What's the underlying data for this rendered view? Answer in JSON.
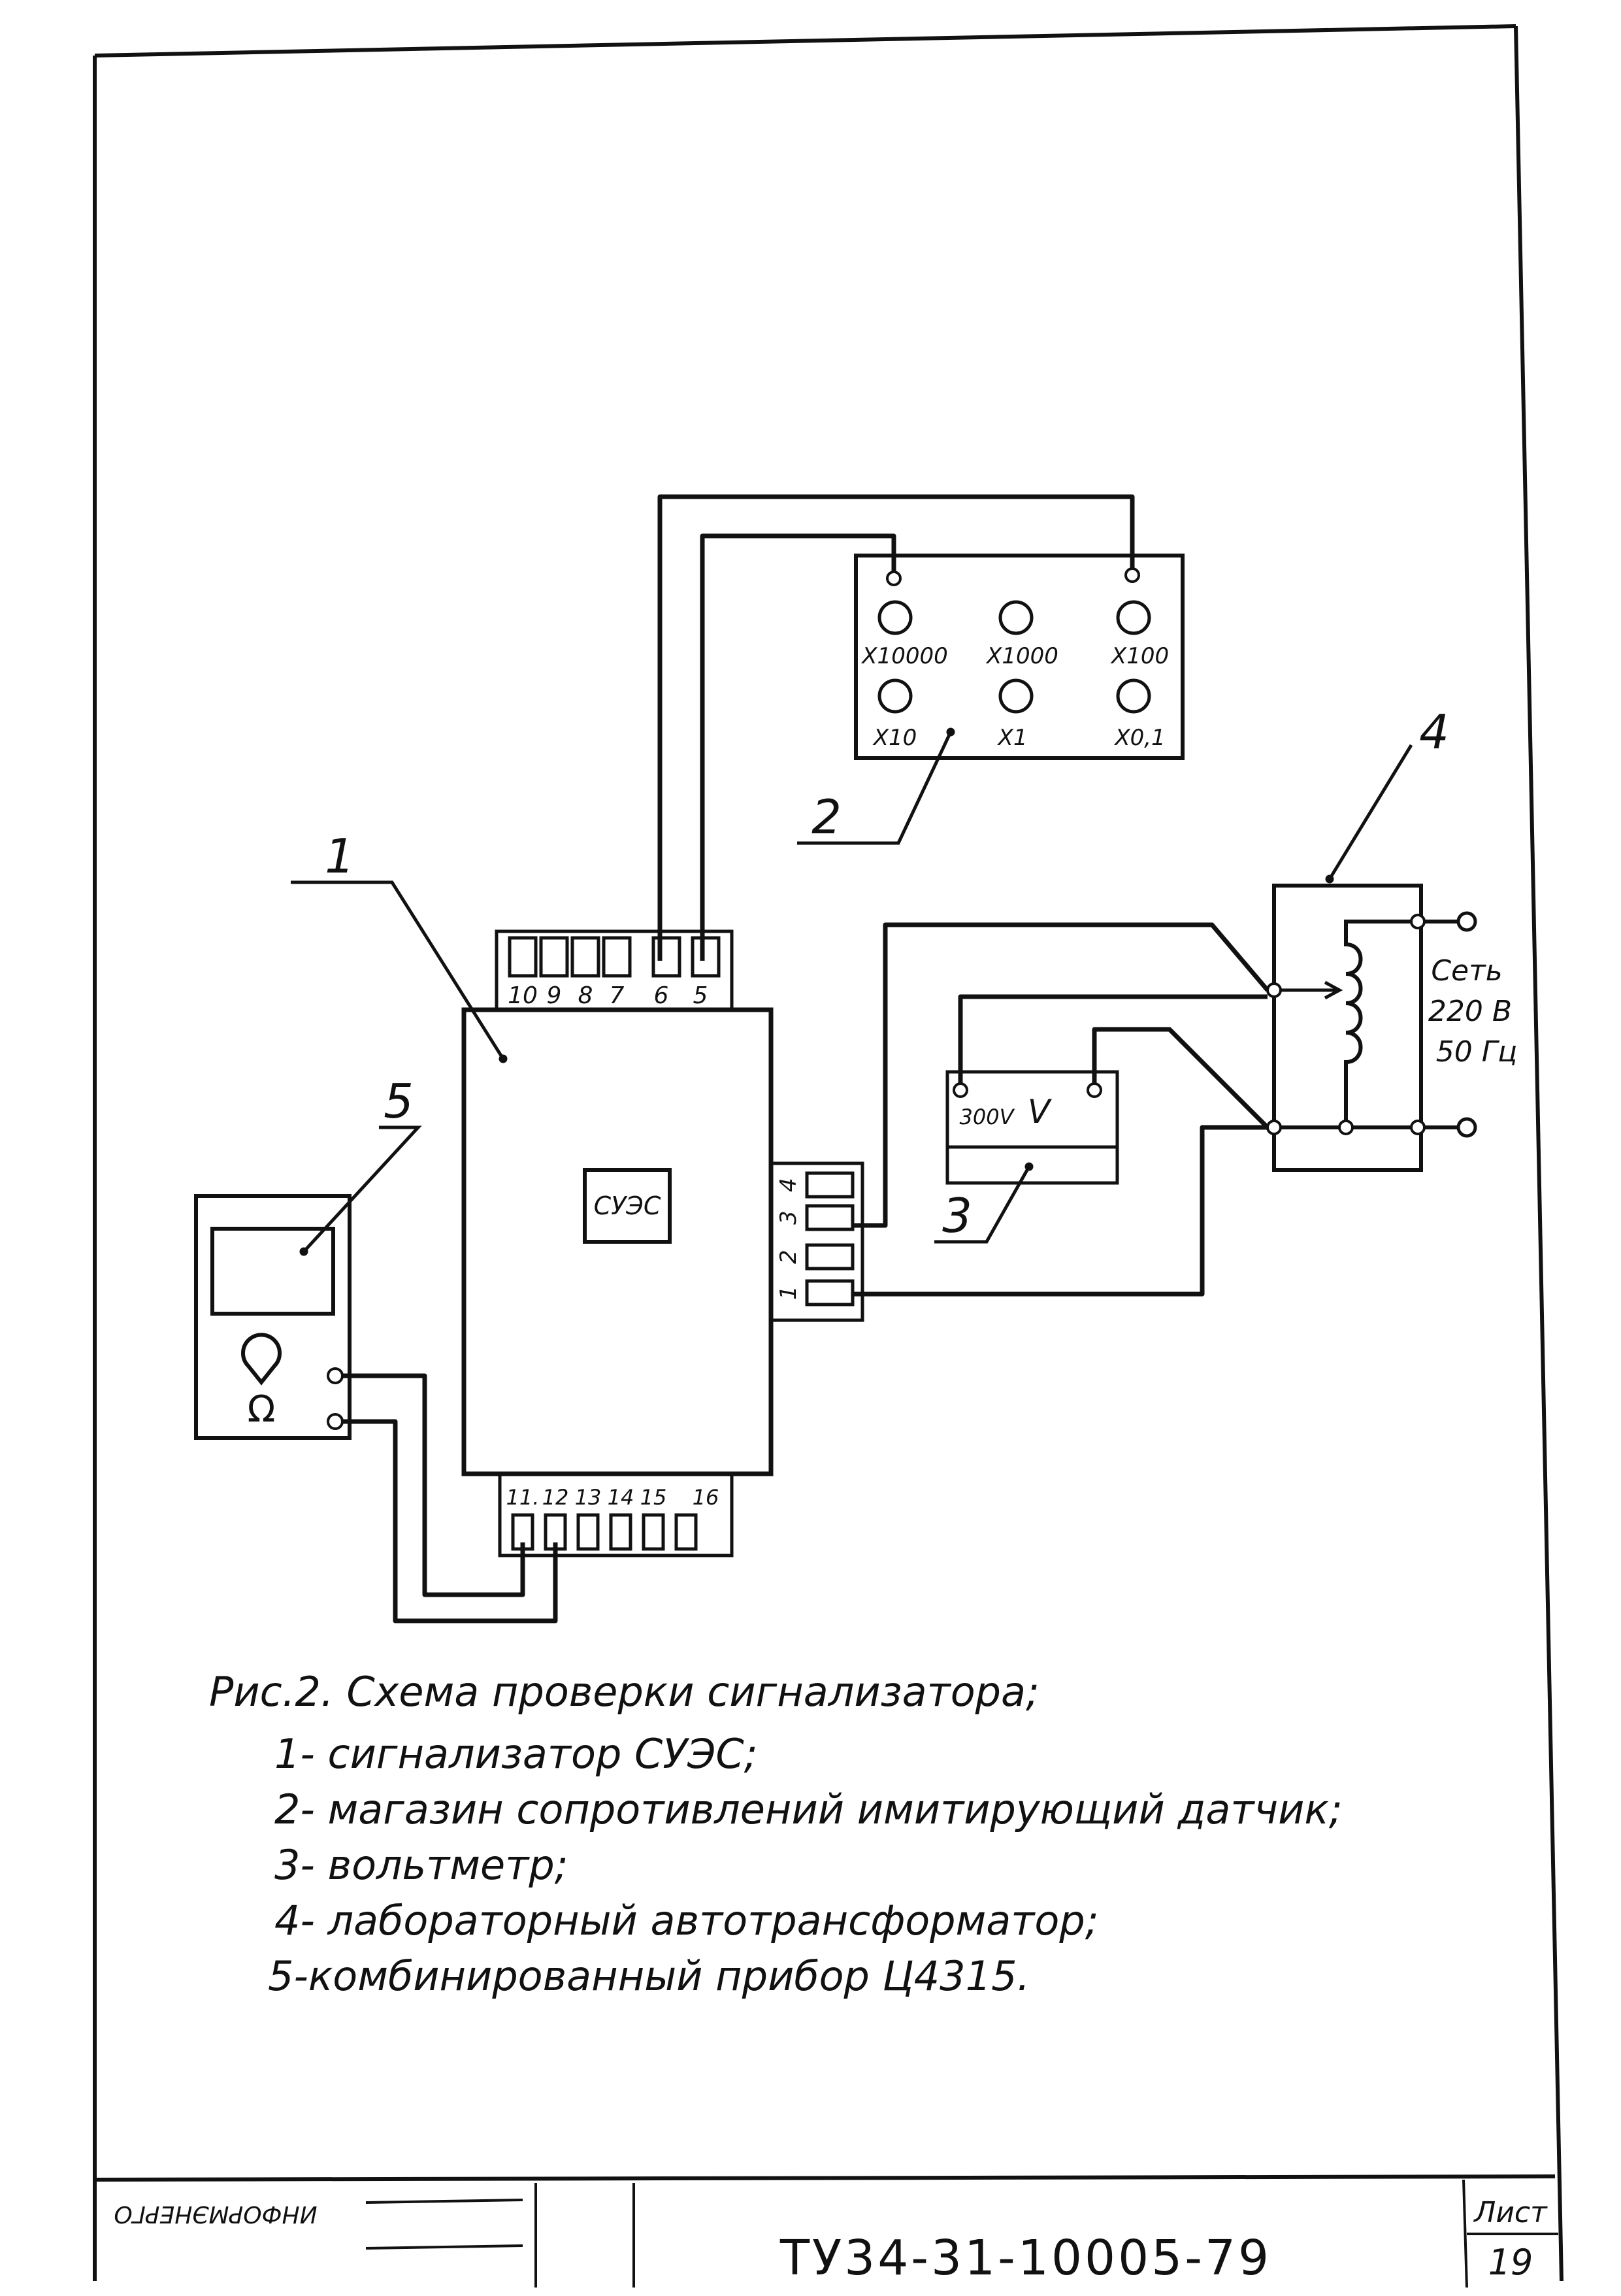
{
  "diagram": {
    "device_1_label": "СУЭС",
    "top_connector_pins": [
      "10",
      "9",
      "8",
      "7",
      "6",
      "5"
    ],
    "right_connector_pins": [
      "4",
      "3",
      "2",
      "1"
    ],
    "bottom_connector_pins": [
      "11.",
      "12",
      "13",
      "14",
      "15",
      "16"
    ],
    "resistance_box_multipliers": [
      "X10000",
      "X1000",
      "X100",
      "X10",
      "X1",
      "X0,1"
    ],
    "voltmeter_range": "300V",
    "voltmeter_symbol": "V",
    "multimeter_symbol": "Ω",
    "mains_label": "Сеть",
    "mains_voltage": "220 В",
    "mains_frequency": "50 Гц",
    "callouts": [
      "1",
      "2",
      "3",
      "4",
      "5"
    ]
  },
  "caption": {
    "title": "Рис.2. Схема проверки сигнализатора;",
    "items": [
      "1- сигнализатор СУЭС;",
      "2- магазин сопротивлений имитирующий датчик;",
      "3- вольтметр;",
      "4- лабораторный автотрансформатор;",
      "5-комбинированный прибор Ц4315."
    ]
  },
  "title_block": {
    "document_code": "ТУ34-31-10005-79",
    "sheet_label": "Лист",
    "sheet_number": "19",
    "stamp_text": "ИНФОРМЭНЕРГО"
  }
}
